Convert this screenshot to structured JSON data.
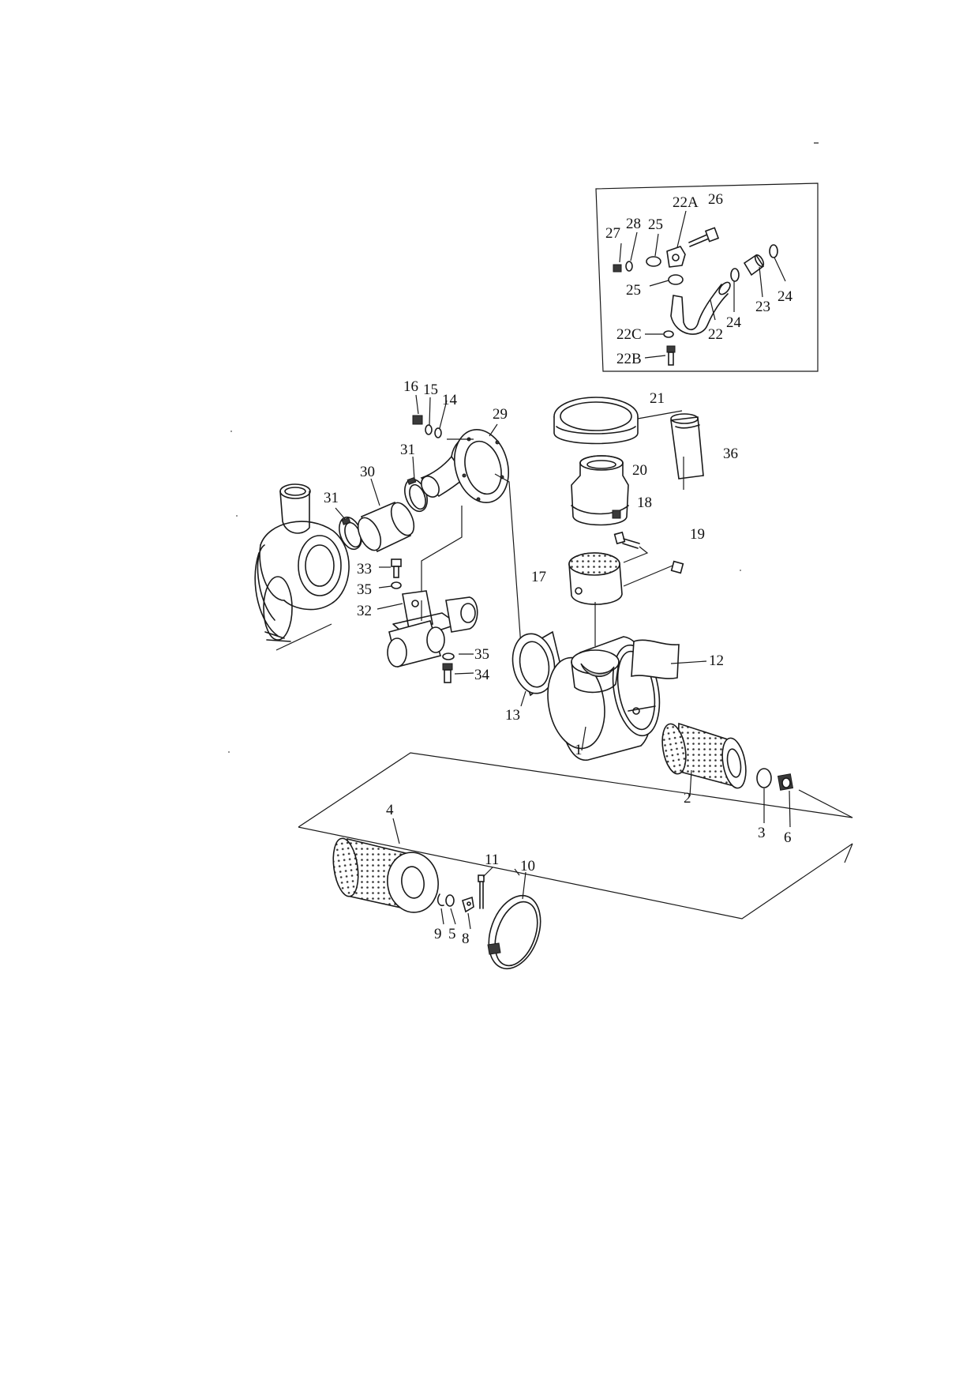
{
  "diagram": {
    "inset_labels": [
      "27",
      "28",
      "25",
      "22A",
      "26",
      "25",
      "22",
      "24",
      "23",
      "24",
      "22C",
      "22B"
    ],
    "main_labels": [
      "16",
      "15",
      "14",
      "29",
      "21",
      "36",
      "31",
      "30",
      "31",
      "20",
      "18",
      "19",
      "17",
      "33",
      "35",
      "32",
      "35",
      "34",
      "13",
      "12",
      "1",
      "2",
      "3",
      "6"
    ],
    "detail_labels": [
      "4",
      "11",
      "10",
      "9",
      "5",
      "8"
    ]
  }
}
